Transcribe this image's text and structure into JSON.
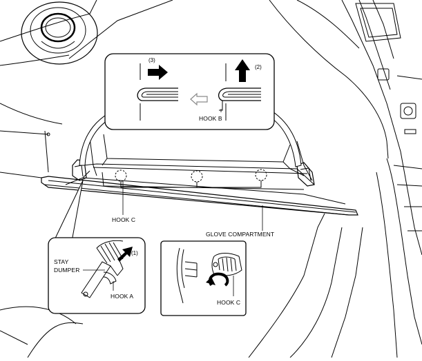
{
  "labels": {
    "hook_a": "HOOK A",
    "hook_b": "HOOK B",
    "hook_c_main": "HOOK C",
    "hook_c_detail": "HOOK C",
    "stay_line1": "STAY",
    "stay_line2": "DUMPER",
    "glove": "GLOVE COMPARTMENT"
  },
  "steps": {
    "s1": "(1)",
    "s2": "(2)",
    "s3": "(3)"
  },
  "colors": {
    "line": "#000000",
    "background": "#ffffff",
    "arrow_fill": "#000000",
    "arrow_outline": "#9a9a9a"
  }
}
